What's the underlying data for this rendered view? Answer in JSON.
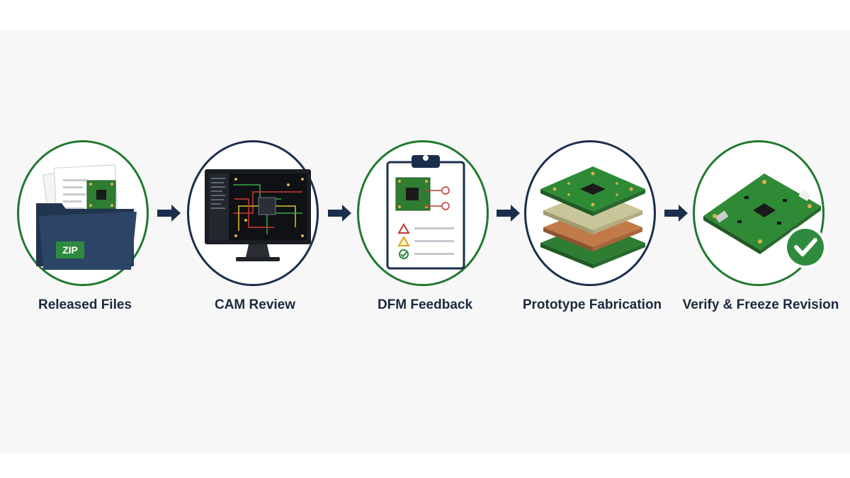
{
  "flow": {
    "steps": [
      {
        "label": "Released Files",
        "badge": "ZIP",
        "icon": "zip-folder-icon",
        "ring": "#1f7a2e"
      },
      {
        "label": "CAM Review",
        "icon": "monitor-pcb-icon",
        "ring": "#1b2f4d"
      },
      {
        "label": "DFM Feedback",
        "icon": "clipboard-checklist-icon",
        "ring": "#1f7a2e"
      },
      {
        "label": "Prototype Fabrication",
        "icon": "pcb-layer-stack-icon",
        "ring": "#1b2f4d"
      },
      {
        "label": "Verify & Freeze Revision",
        "icon": "finished-pcb-check-icon",
        "ring": "#1f7a2e"
      }
    ],
    "colors": {
      "green": "#1f7a2e",
      "navy": "#1b2f4d",
      "pcb": "#2f7d32",
      "copper": "#b86b3a",
      "warning": "#e0a020",
      "error": "#c0392b"
    }
  }
}
